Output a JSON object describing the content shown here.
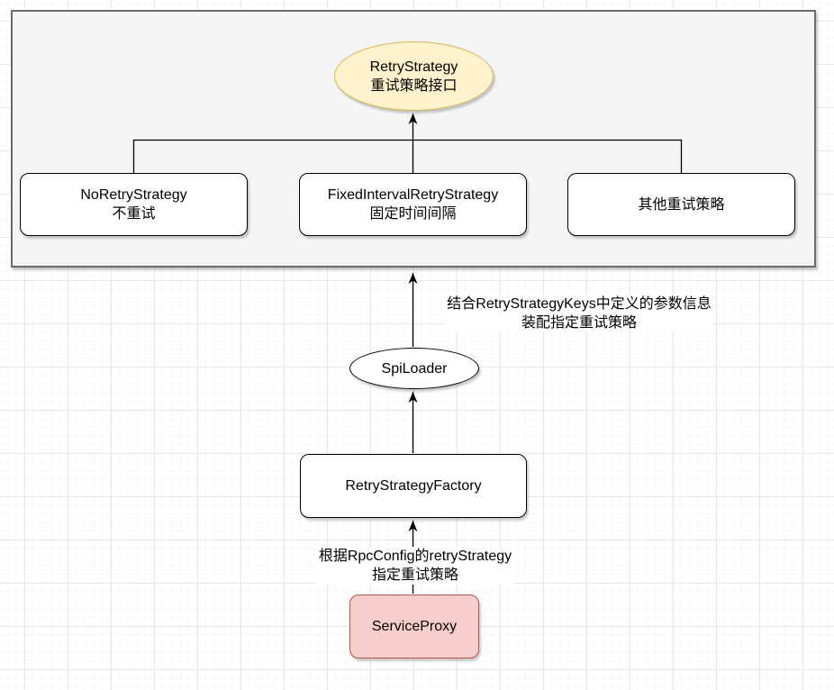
{
  "diagram": {
    "nodes": {
      "retry_strategy_interface": {
        "line1": "RetryStrategy",
        "line2": "重试策略接口",
        "fill": "#FFF2CC",
        "stroke": "#D6B656"
      },
      "no_retry_strategy": {
        "line1": "NoRetryStrategy",
        "line2": "不重试",
        "fill": "#FFFFFF",
        "stroke": "#000000"
      },
      "fixed_interval_retry_strategy": {
        "line1": "FixedIntervalRetryStrategy",
        "line2": "固定时间间隔",
        "fill": "#FFFFFF",
        "stroke": "#000000"
      },
      "other_retry_strategy": {
        "line1": "其他重试策略",
        "fill": "#FFFFFF",
        "stroke": "#000000"
      },
      "spi_loader": {
        "line1": "SpiLoader",
        "fill": "#FFFFFF",
        "stroke": "#000000"
      },
      "retry_strategy_factory": {
        "line1": "RetryStrategyFactory",
        "fill": "#FFFFFF",
        "stroke": "#000000"
      },
      "service_proxy": {
        "line1": "ServiceProxy",
        "fill": "#F8CECC",
        "stroke": "#B85450"
      }
    },
    "edge_labels": {
      "spi_assemble": {
        "line1": "结合RetryStrategyKeys中定义的参数信息",
        "line2": "装配指定重试策略"
      },
      "config_select": {
        "line1": "根据RpcConfig的retryStrategy",
        "line2": "指定重试策略"
      }
    },
    "colors": {
      "container_fill": "#F5F5F5",
      "container_stroke": "#666666",
      "connector": "#000000",
      "grid_major": "#E9E9E9",
      "grid_minor": "#F7F7F7"
    }
  }
}
